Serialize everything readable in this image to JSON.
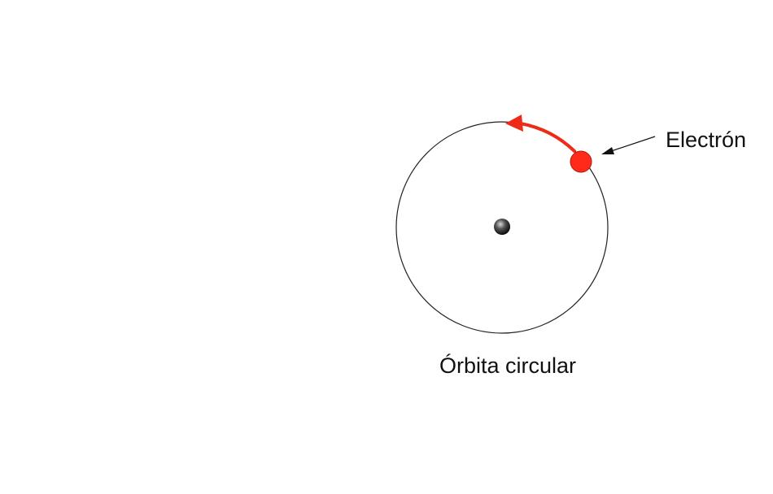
{
  "labels": {
    "electron": "Electrón",
    "orbit": "Órbita circular"
  },
  "colors": {
    "background": "#ffffff",
    "orbit_line": "#222222",
    "electron_fill": "#ff2a1a",
    "electron_stroke": "#b01808",
    "motion_arrow": "#ee2b18",
    "nucleus": "#1a1a1a",
    "pointer_arrow": "#111111"
  },
  "icons": {
    "nucleus": "nucleus-dot",
    "electron": "electron-dot",
    "motion": "curved-arrow",
    "pointer": "straight-arrow"
  }
}
